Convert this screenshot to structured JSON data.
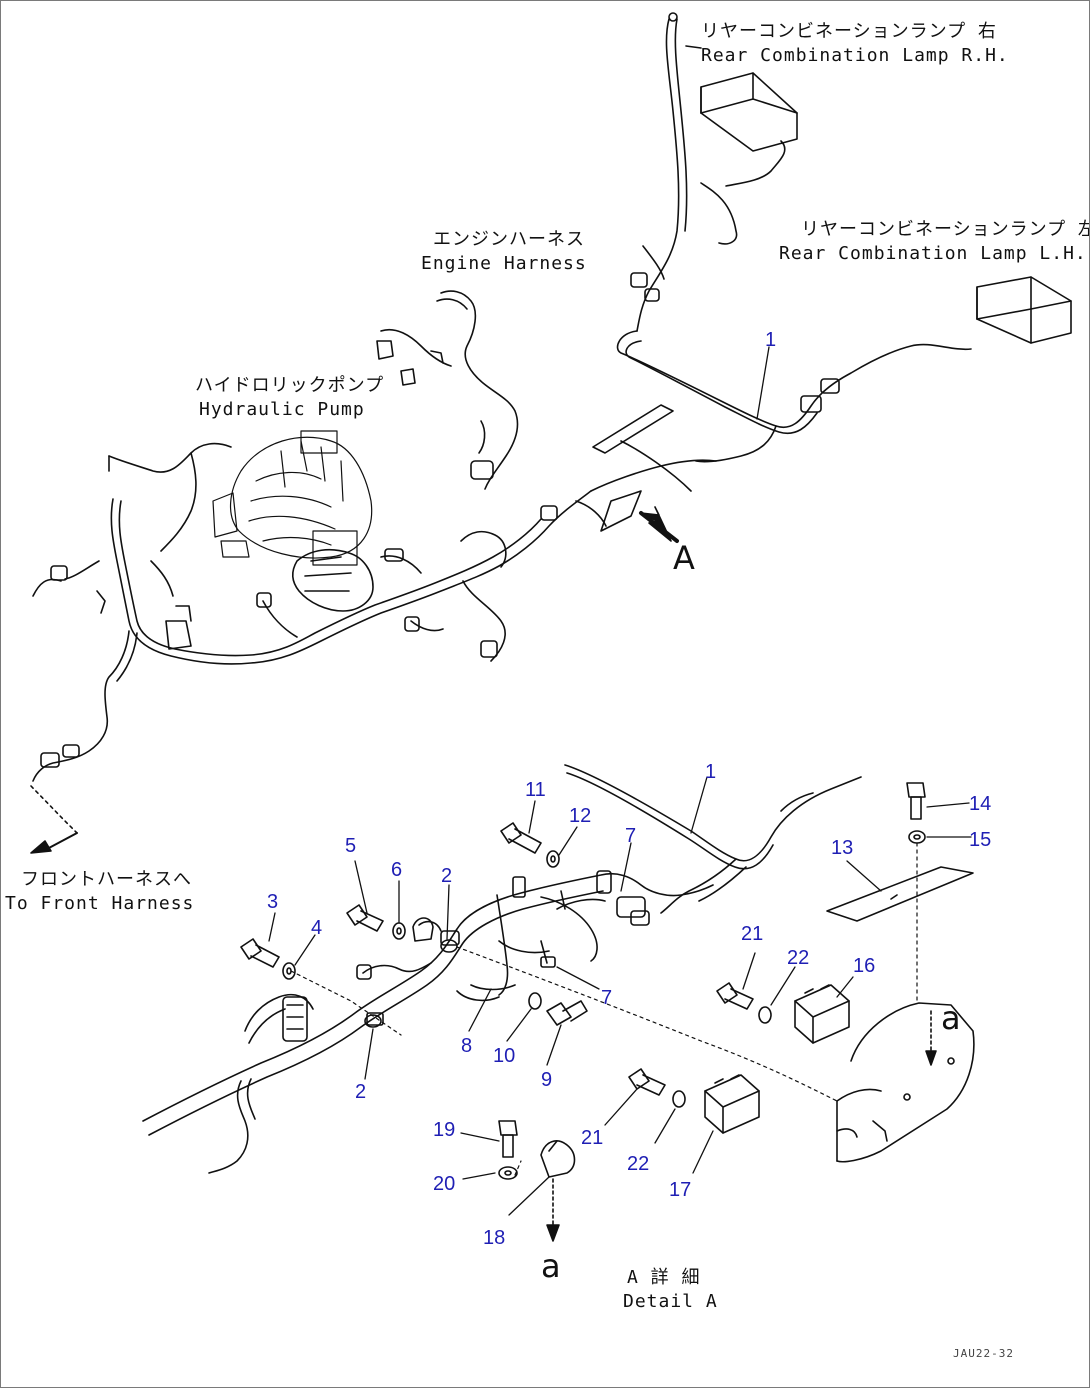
{
  "labels": {
    "rear_rh_ja": "リヤーコンビネーションランプ 右",
    "rear_rh_en": "Rear Combination Lamp R.H.",
    "rear_lh_ja": "リヤーコンビネーションランプ 左",
    "rear_lh_en": "Rear Combination Lamp L.H.",
    "engine_ja": "エンジンハーネス",
    "engine_en": "Engine Harness",
    "pump_ja": "ハイドロリックポンプ",
    "pump_en": "Hydraulic Pump",
    "front_ja": "フロントハーネスへ",
    "front_en": "To Front Harness",
    "detail_ja": "A 詳 細",
    "detail_en": "Detail A",
    "view_a": "A",
    "ref_a_top": "a",
    "ref_a_bottom": "a",
    "drawing_code": "JAU22-32"
  },
  "callouts": {
    "n1_top": "1",
    "n1": "1",
    "n2_top": "2",
    "n2_bottom": "2",
    "n3": "3",
    "n4": "4",
    "n5": "5",
    "n6": "6",
    "n7_top": "7",
    "n7_bottom": "7",
    "n8": "8",
    "n9": "9",
    "n10": "10",
    "n11": "11",
    "n12": "12",
    "n13": "13",
    "n14": "14",
    "n15": "15",
    "n16": "16",
    "n17": "17",
    "n18": "18",
    "n19": "19",
    "n20": "20",
    "n21_top": "21",
    "n21_bottom": "21",
    "n22_top": "22",
    "n22_bottom": "22"
  },
  "colors": {
    "line": "#111111",
    "callout": "#1f1fb4",
    "border": "#7a7a7a"
  }
}
